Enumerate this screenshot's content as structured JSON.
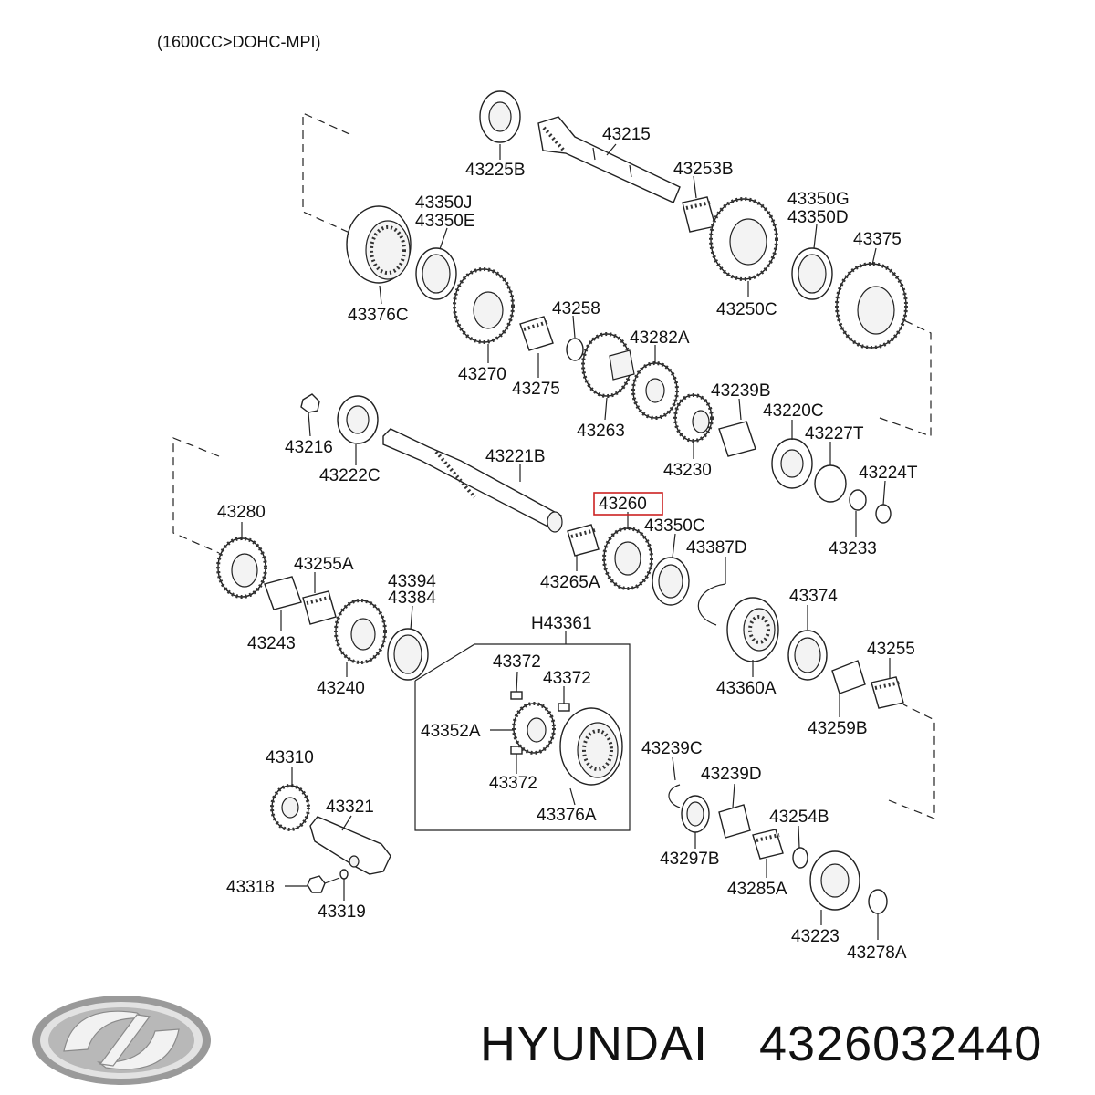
{
  "header": {
    "engine_spec": "(1600CC>DOHC-MPI)"
  },
  "callouts": [
    {
      "id": "43225B",
      "text": "43225B"
    },
    {
      "id": "43215",
      "text": "43215"
    },
    {
      "id": "43253B",
      "text": "43253B"
    },
    {
      "id": "43350J",
      "text": "43350J"
    },
    {
      "id": "43350E",
      "text": "43350E"
    },
    {
      "id": "43350G",
      "text": "43350G"
    },
    {
      "id": "43350D",
      "text": "43350D"
    },
    {
      "id": "43375",
      "text": "43375"
    },
    {
      "id": "43376C",
      "text": "43376C"
    },
    {
      "id": "43250C",
      "text": "43250C"
    },
    {
      "id": "43258",
      "text": "43258"
    },
    {
      "id": "43282A",
      "text": "43282A"
    },
    {
      "id": "43270",
      "text": "43270"
    },
    {
      "id": "43275",
      "text": "43275"
    },
    {
      "id": "43239B",
      "text": "43239B"
    },
    {
      "id": "43220C",
      "text": "43220C"
    },
    {
      "id": "43263",
      "text": "43263"
    },
    {
      "id": "43227T",
      "text": "43227T"
    },
    {
      "id": "43216",
      "text": "43216"
    },
    {
      "id": "43230",
      "text": "43230"
    },
    {
      "id": "43224T",
      "text": "43224T"
    },
    {
      "id": "43221B",
      "text": "43221B"
    },
    {
      "id": "43222C",
      "text": "43222C"
    },
    {
      "id": "43260",
      "text": "43260",
      "highlighted": true
    },
    {
      "id": "43280",
      "text": "43280"
    },
    {
      "id": "43350C",
      "text": "43350C"
    },
    {
      "id": "43233",
      "text": "43233"
    },
    {
      "id": "43387D",
      "text": "43387D"
    },
    {
      "id": "43255A",
      "text": "43255A"
    },
    {
      "id": "43265A",
      "text": "43265A"
    },
    {
      "id": "43394",
      "text": "43394"
    },
    {
      "id": "43384",
      "text": "43384"
    },
    {
      "id": "43374",
      "text": "43374"
    },
    {
      "id": "H43361",
      "text": "H43361"
    },
    {
      "id": "43243",
      "text": "43243"
    },
    {
      "id": "43255",
      "text": "43255"
    },
    {
      "id": "43372a",
      "text": "43372"
    },
    {
      "id": "43372b",
      "text": "43372"
    },
    {
      "id": "43360A",
      "text": "43360A"
    },
    {
      "id": "43240",
      "text": "43240"
    },
    {
      "id": "43259B",
      "text": "43259B"
    },
    {
      "id": "43352A",
      "text": "43352A"
    },
    {
      "id": "43239C",
      "text": "43239C"
    },
    {
      "id": "43310",
      "text": "43310"
    },
    {
      "id": "43372c",
      "text": "43372"
    },
    {
      "id": "43239D",
      "text": "43239D"
    },
    {
      "id": "43321",
      "text": "43321"
    },
    {
      "id": "43376A",
      "text": "43376A"
    },
    {
      "id": "43254B",
      "text": "43254B"
    },
    {
      "id": "43297B",
      "text": "43297B"
    },
    {
      "id": "43318",
      "text": "43318"
    },
    {
      "id": "43285A",
      "text": "43285A"
    },
    {
      "id": "43319",
      "text": "43319"
    },
    {
      "id": "43223",
      "text": "43223"
    },
    {
      "id": "43278A",
      "text": "43278A"
    }
  ],
  "footer": {
    "logo_icon": "hyundai-logo-icon",
    "brand": "HYUNDAI",
    "part_number": "4326032440"
  }
}
